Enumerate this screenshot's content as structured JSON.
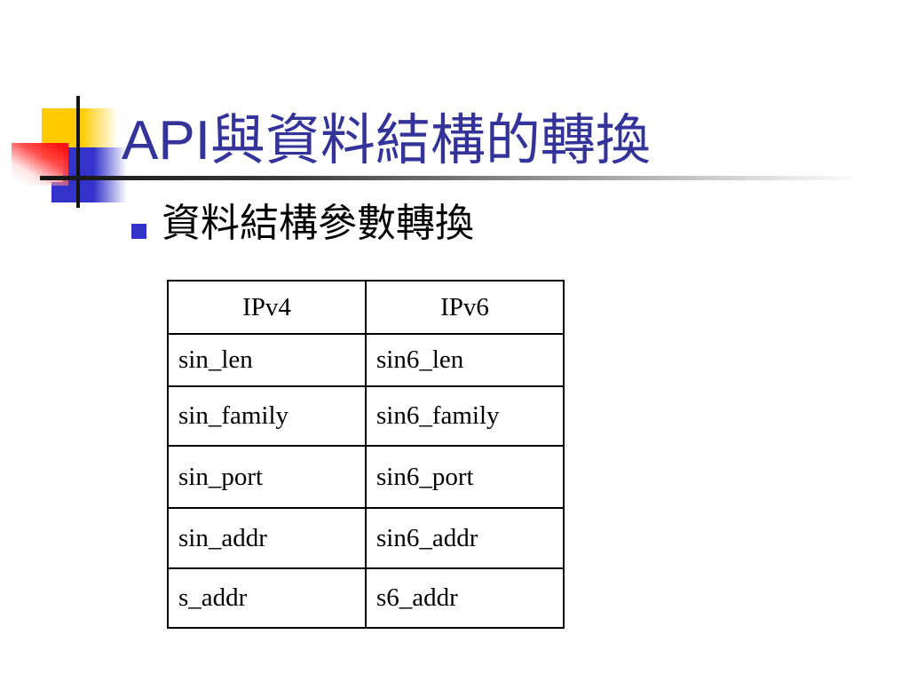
{
  "slide": {
    "title": "API與資料結構的轉換",
    "bullet": "資料結構參數轉換",
    "table": {
      "headers": [
        "IPv4",
        "IPv6"
      ],
      "rows": [
        [
          "sin_len",
          "sin6_len"
        ],
        [
          "sin_family",
          "sin6_family"
        ],
        [
          "sin_port",
          "sin6_port"
        ],
        [
          "sin_addr",
          "sin6_addr"
        ],
        [
          "s_addr",
          "s6_addr"
        ]
      ]
    },
    "colors": {
      "title_text": "#333399",
      "bullet_square": "#3333CC",
      "accent_yellow": "#FFCB00",
      "accent_red": "#FF1111",
      "accent_blue": "#3333CC",
      "line_dark": "#141414"
    }
  }
}
